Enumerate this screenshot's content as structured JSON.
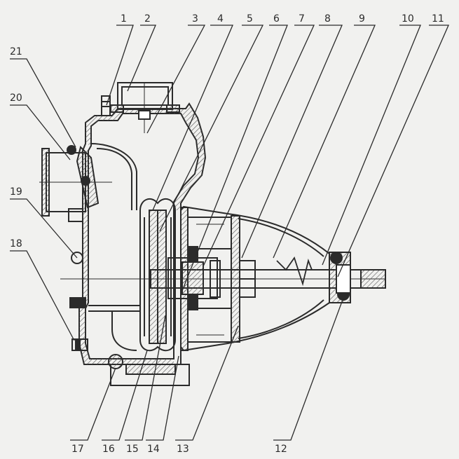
{
  "callouts": {
    "c1": "1",
    "c2": "2",
    "c3": "3",
    "c4": "4",
    "c5": "5",
    "c6": "6",
    "c7": "7",
    "c8": "8",
    "c9": "9",
    "c10": "10",
    "c11": "11",
    "c12": "12",
    "c13": "13",
    "c14": "14",
    "c15": "15",
    "c16": "16",
    "c17": "17",
    "c18": "18",
    "c19": "19",
    "c20": "20",
    "c21": "21"
  },
  "colors": {
    "background": "#f1f1ef",
    "line": "#2b2b2b",
    "hatch": "#555555"
  }
}
